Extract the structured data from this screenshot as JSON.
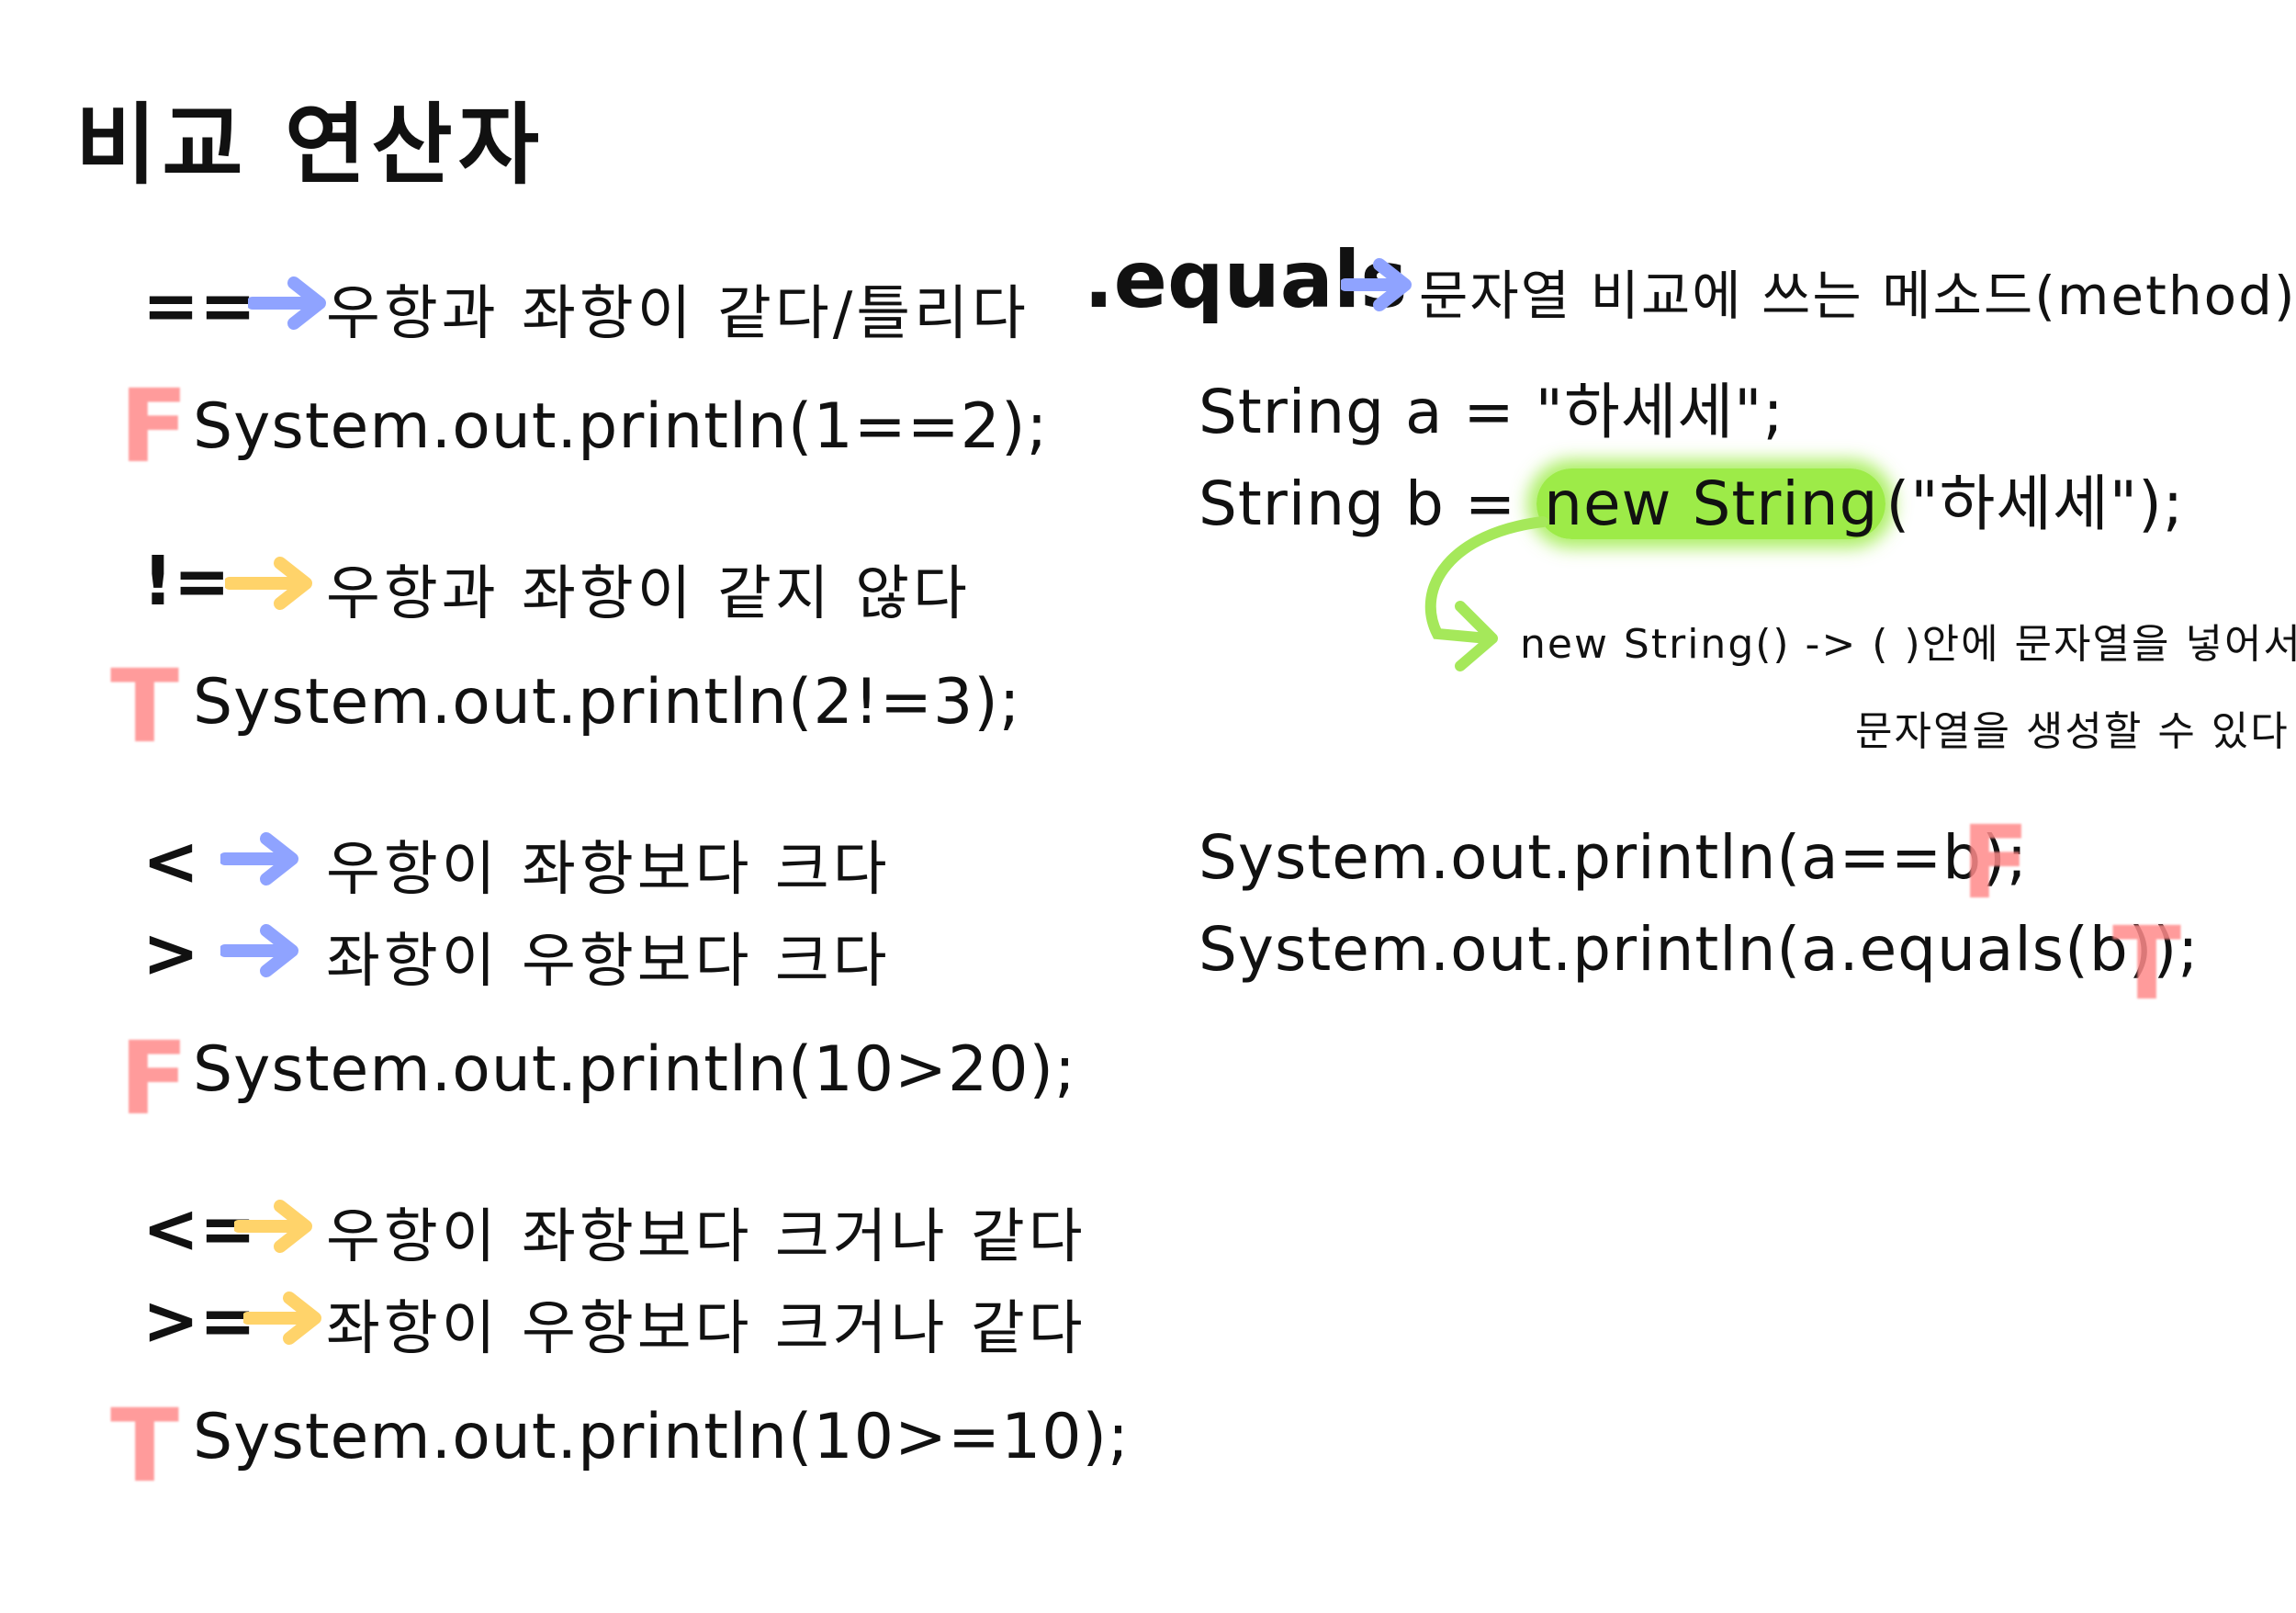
{
  "title": "비교 연산자",
  "colors": {
    "blue_arrow": "#8fa3ff",
    "yellow_arrow": "#ffd36a",
    "mark_pink": "#ff8a8a",
    "highlight": "#8ce828"
  },
  "left": {
    "eq": {
      "op": "==",
      "desc": "우항과 좌항이 같다/틀리다",
      "mark": "F",
      "code": "System.out.println(1==2);"
    },
    "neq": {
      "op": "!=",
      "desc": "우항과 좌항이 같지 않다",
      "mark": "T",
      "code": "System.out.println(2!=3);"
    },
    "lt": {
      "op": "<",
      "desc": "우항이 좌항보다 크다"
    },
    "gt": {
      "op": ">",
      "desc": "좌항이 우항보다 크다",
      "mark": "F",
      "code": "System.out.println(10>20);"
    },
    "le": {
      "op": "<=",
      "desc": "우항이 좌항보다 크거나 같다"
    },
    "ge": {
      "op": ">=",
      "desc": "좌항이 우항보다 크거나 같다",
      "mark": "T",
      "code": "System.out.println(10>=10);"
    }
  },
  "right": {
    "equals_label": ".equals",
    "equals_desc": "문자열 비교에 쓰는 메소드(method)",
    "line_a": "String a = \"하세세\";",
    "line_b_prefix": "String b = ",
    "line_b_highlight": "new String",
    "line_b_suffix": "(\"하세세\");",
    "note_line1": "new String() -> ( )안에 문자열을 넣어서",
    "note_line2": "문자열을 생성할 수 있다",
    "code1": "System.out.println(a==b);",
    "code1_mark": "F",
    "code2": "System.out.println(a.equals(b));",
    "code2_mark": "T"
  }
}
